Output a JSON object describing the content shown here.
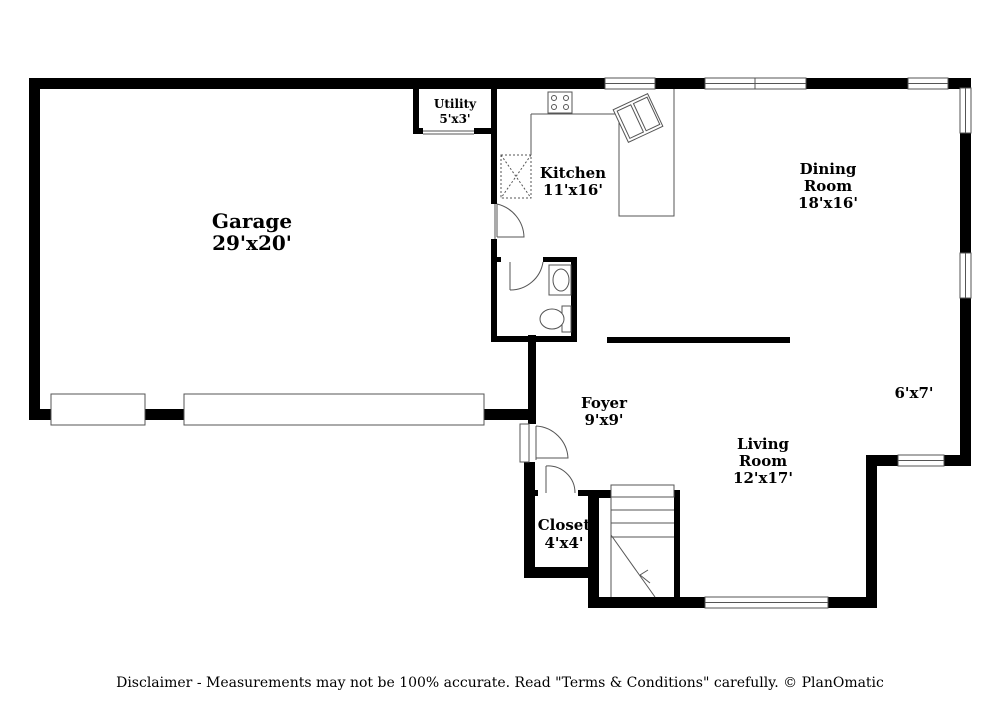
{
  "rooms": {
    "garage": {
      "name": "Garage",
      "dims": "29'x20'"
    },
    "utility": {
      "name": "Utility",
      "dims": "5'x3'"
    },
    "kitchen": {
      "name": "Kitchen",
      "dims": "11'x16'"
    },
    "dining": {
      "name_line1": "Dining",
      "name_line2": "Room",
      "dims": "18'x16'"
    },
    "foyer": {
      "name": "Foyer",
      "dims": "9'x9'"
    },
    "living": {
      "name_line1": "Living",
      "name_line2": "Room",
      "dims": "12'x17'"
    },
    "nook": {
      "dims": "6'x7'"
    },
    "closet": {
      "name": "Closet",
      "dims": "4'x4'"
    }
  },
  "disclaimer": "Disclaimer - Measurements may not be 100% accurate. Read \"Terms & Conditions\" carefully. © PlanOmatic"
}
